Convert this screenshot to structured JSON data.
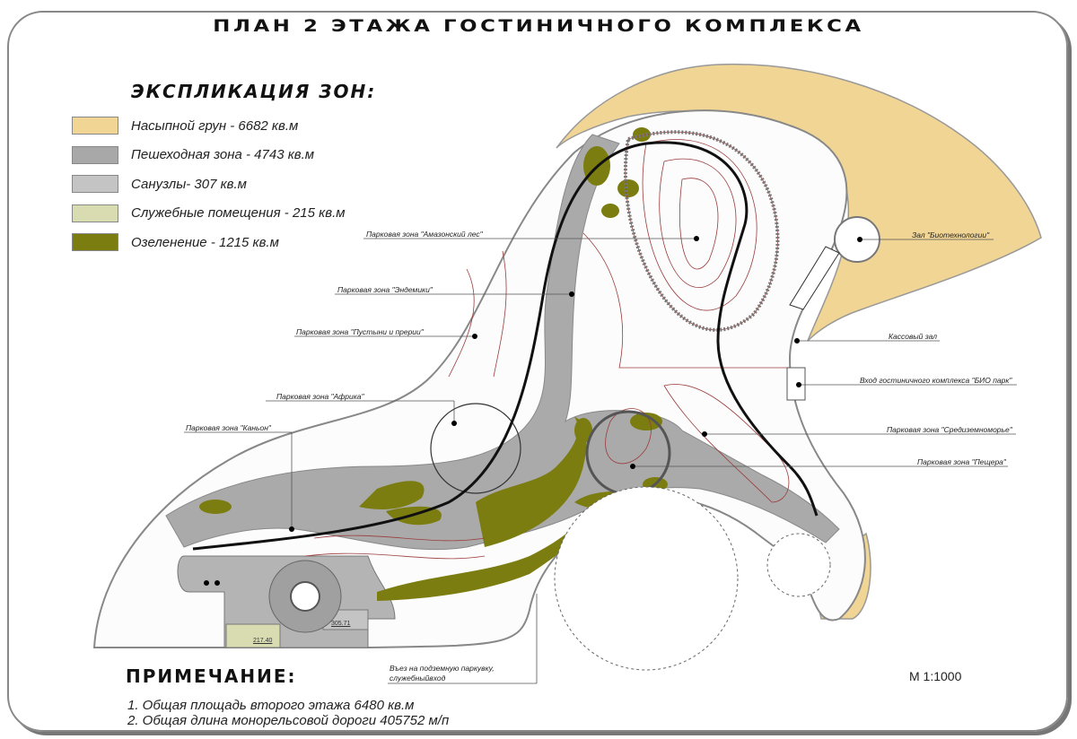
{
  "title": "ПЛАН 2 ЭТАЖА ГОСТИНИЧНОГО КОМПЛЕКСА",
  "legend": {
    "heading": "ЭКСПЛИКАЦИЯ ЗОН:",
    "items": [
      {
        "label": "Насыпной грун - 6682 кв.м",
        "color": "#f1d595"
      },
      {
        "label": "Пешеходная зона - 4743 кв.м",
        "color": "#a8a8a8"
      },
      {
        "label": "Санузлы- 307 кв.м",
        "color": "#c4c4c4"
      },
      {
        "label": "Служебные помещения - 215 кв.м",
        "color": "#d9dbb0"
      },
      {
        "label": "Озеленение - 1215 кв.м",
        "color": "#7c7d10"
      }
    ]
  },
  "labels": {
    "amazon": "Парковая зона \"Амазонский лес\"",
    "endemic": "Парковая зона \"Эндемики\"",
    "desert": "Парковая зона \"Пустыни и прерии\"",
    "africa": "Парковая зона \"Африка\"",
    "canyon": "Парковая зона \"Каньон\"",
    "biotech": "Зал \"Биотехнологии\"",
    "cashier": "Кассовый зал",
    "entrance": "Вход гостиничного комплекса \"БИО парк\"",
    "mediterranean": "Парковая зона \"Средиземноморье\"",
    "cave": "Парковая зона \"Пещера\"",
    "parking": "Въез на подземную паркувку, служебныйвход"
  },
  "room_numbers": {
    "service": "217.40",
    "wc": "305.71"
  },
  "notes": {
    "heading": "ПРИМЕЧАНИЕ:",
    "items": [
      "1.  Общая площадь второго этажа  6480 кв.м",
      "2.  Общая длина монорельсовой дороги 405752 м/п"
    ]
  },
  "scale": "М 1:1000"
}
